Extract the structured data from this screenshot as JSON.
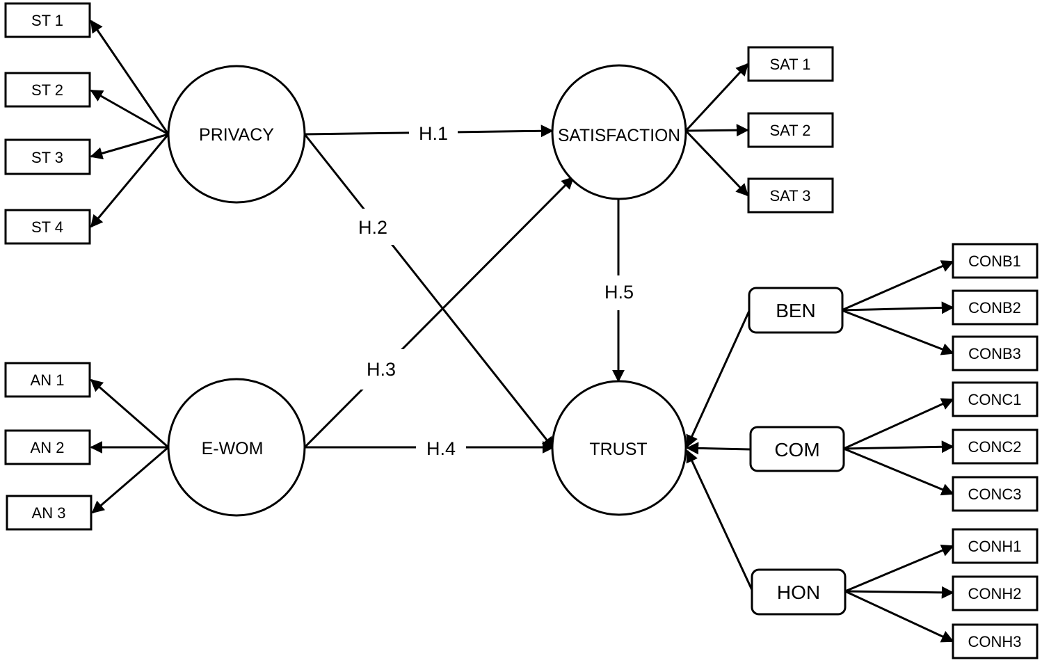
{
  "constructs": {
    "privacy": "PRIVACY",
    "satisfaction": "SATISFACTION",
    "ewom": "E-WOM",
    "trust": "TRUST"
  },
  "trust_dimensions": {
    "ben": "BEN",
    "com": "COM",
    "hon": "HON"
  },
  "indicators": {
    "st1": "ST 1",
    "st2": "ST 2",
    "st3": "ST 3",
    "st4": "ST 4",
    "an1": "AN 1",
    "an2": "AN 2",
    "an3": "AN 3",
    "sat1": "SAT 1",
    "sat2": "SAT 2",
    "sat3": "SAT 3",
    "conb1": "CONB1",
    "conb2": "CONB2",
    "conb3": "CONB3",
    "conc1": "CONC1",
    "conc2": "CONC2",
    "conc3": "CONC3",
    "conh1": "CONH1",
    "conh2": "CONH2",
    "conh3": "CONH3"
  },
  "hypotheses": {
    "h1": "H.1",
    "h2": "H.2",
    "h3": "H.3",
    "h4": "H.4",
    "h5": "H.5"
  }
}
